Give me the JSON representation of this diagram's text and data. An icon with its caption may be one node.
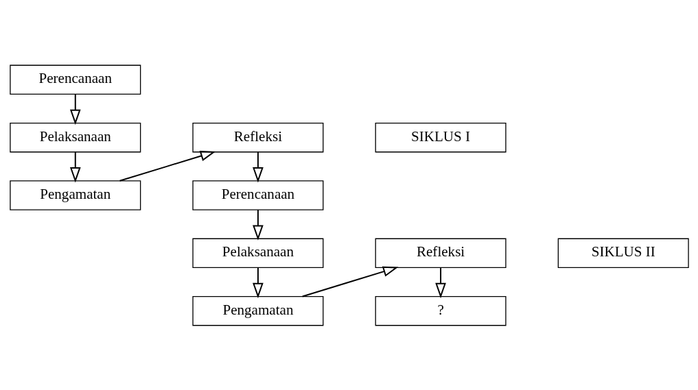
{
  "diagram": {
    "nodes": [
      {
        "text": [
          "Perencanaan"
        ]
      },
      {
        "text": [
          "SIKLUS I"
        ]
      },
      {
        "text": [
          "Pelaksanaan"
        ]
      },
      {
        "text": [
          "Refleksi"
        ]
      },
      {
        "text": [
          "Pengamatan"
        ]
      },
      {
        "text": [
          "Perencanaan"
        ]
      },
      {
        "text": [
          "SIKLUS II"
        ]
      },
      {
        "text": [
          "Pelaksanaan"
        ]
      },
      {
        "text": [
          "Refleksi"
        ]
      },
      {
        "text": [
          "Pengamatan"
        ]
      },
      {
        "text": [
          "?"
        ]
      }
    ],
    "edges": [
      {
        "from": 0,
        "to": 2,
        "arrow": "to"
      },
      {
        "from": 2,
        "to": 4,
        "arrow": "to"
      },
      {
        "from": 4,
        "to": 3,
        "arrow": "to"
      },
      {
        "from": 3,
        "to": 5,
        "arrow": "to"
      },
      {
        "from": 5,
        "to": 7,
        "arrow": "to"
      },
      {
        "from": 7,
        "to": 9,
        "arrow": "to"
      },
      {
        "from": 9,
        "to": 8,
        "arrow": "to"
      },
      {
        "from": 8,
        "to": 10,
        "arrow": "to"
      }
    ]
  }
}
